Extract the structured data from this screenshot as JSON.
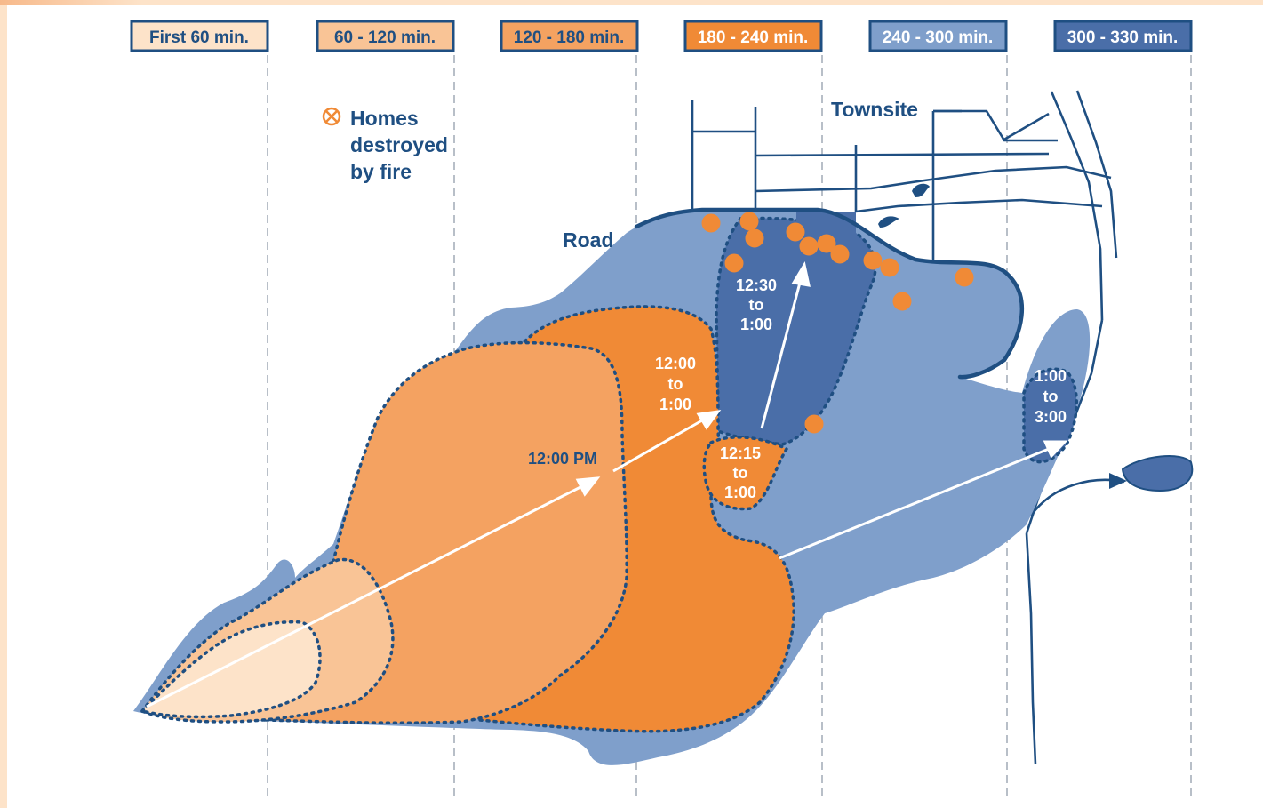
{
  "time_bands": [
    {
      "label": "First 60 min.",
      "fill": "#fde3c9",
      "text_color": "#1f4f82"
    },
    {
      "label": "60 - 120 min.",
      "fill": "#f9c496",
      "text_color": "#1f4f82"
    },
    {
      "label": "120 - 180 min.",
      "fill": "#f4a261",
      "text_color": "#1f4f82"
    },
    {
      "label": "180 - 240 min.",
      "fill": "#f08a36",
      "text_color": "#ffffff"
    },
    {
      "label": "240 - 300 min.",
      "fill": "#7f9fcb",
      "text_color": "#ffffff"
    },
    {
      "label": "300 - 330 min.",
      "fill": "#4a6ea8",
      "text_color": "#ffffff"
    }
  ],
  "legend": {
    "icon": "homes-destroyed-marker-icon",
    "lines": [
      "Homes",
      "destroyed",
      "by fire"
    ]
  },
  "place_labels": {
    "townsite": "Townsite",
    "road": "Road"
  },
  "time_labels": {
    "noon": "12:00 PM",
    "twelve_to_one": [
      "12:00",
      "to",
      "1:00"
    ],
    "half_twelve_to_one": [
      "12:30",
      "to",
      "1:00"
    ],
    "quarter_twelve_to_one": [
      "12:15",
      "to",
      "1:00"
    ],
    "one_to_three": [
      "1:00",
      "to",
      "3:00"
    ]
  },
  "colors": {
    "navy": "#1f4f82",
    "zone_first": "#fde3c9",
    "zone_second": "#f9c496",
    "zone_third": "#f4a261",
    "zone_fourth": "#f08a36",
    "zone_fifth": "#7f9fcb",
    "zone_sixth": "#4a6ea8",
    "home_marker": "#f08a36",
    "background": "#fde3c9"
  }
}
